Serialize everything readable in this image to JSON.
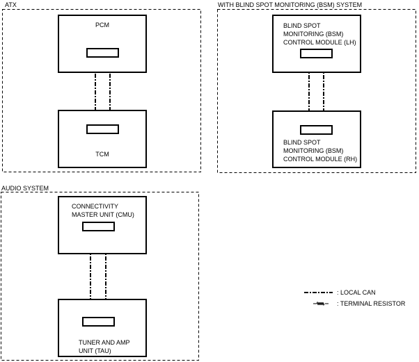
{
  "groups": {
    "atx": {
      "title": "ATX",
      "top_module": {
        "label": [
          "PCM"
        ]
      },
      "bottom_module": {
        "label": [
          "TCM"
        ]
      }
    },
    "bsm": {
      "title": "WITH BLIND SPOT MONITORING (BSM) SYSTEM",
      "top_module": {
        "label": [
          "BLIND SPOT",
          "MONITORING (BSM)",
          "CONTROL MODULE (LH)"
        ]
      },
      "bottom_module": {
        "label": [
          "BLIND SPOT",
          "MONITORING (BSM)",
          "CONTROL MODULE (RH)"
        ]
      }
    },
    "audio": {
      "title": "AUDIO SYSTEM",
      "top_module": {
        "label": [
          "CONNECTIVITY",
          "MASTER UNIT (CMU)"
        ]
      },
      "bottom_module": {
        "label": [
          "TUNER AND AMP",
          "UNIT (TAU)"
        ]
      }
    }
  },
  "legend": {
    "local_can": {
      "symbol": "dash-dot-line",
      "text": ": LOCAL CAN"
    },
    "terminal_resistor": {
      "symbol": "resistor-icon",
      "text": ": TERMINAL RESISTOR"
    }
  }
}
